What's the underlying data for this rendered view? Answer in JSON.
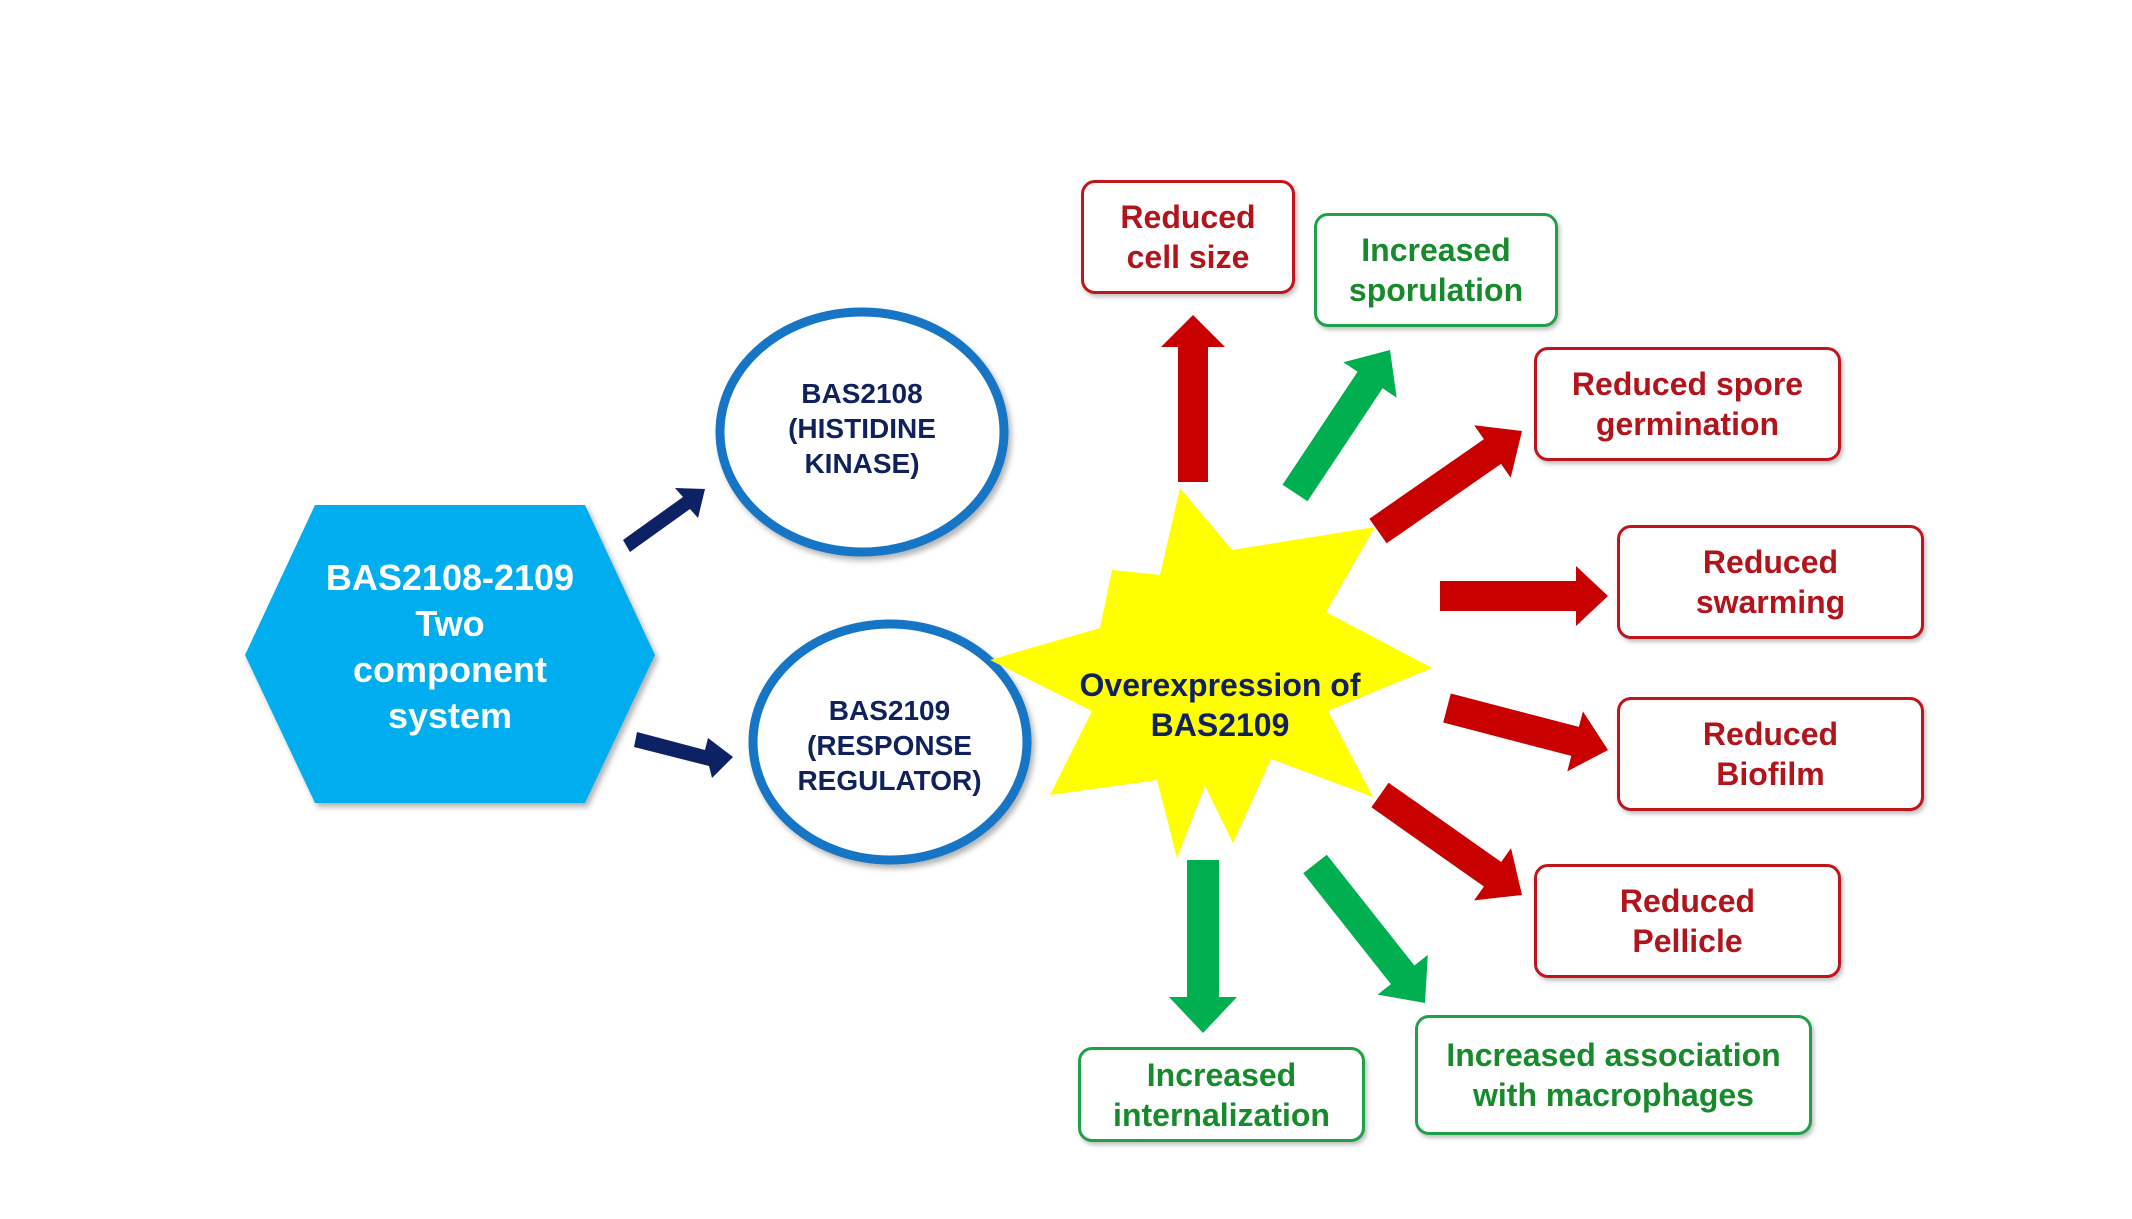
{
  "colors": {
    "hexagon_fill": "#00aeef",
    "circle_stroke": "#1874c4",
    "navy_arrow": "#0d2264",
    "star_fill": "#ffff00",
    "red_arrow": "#c80000",
    "green_arrow": "#00b050",
    "red_text": "#b2141c",
    "green_text": "#178a2c"
  },
  "system": {
    "lines": [
      "BAS2108-2109",
      "Two",
      "component",
      "system"
    ]
  },
  "kinase": {
    "lines": [
      "BAS2108",
      "(HISTIDINE",
      "KINASE)"
    ]
  },
  "regulator": {
    "lines": [
      "BAS2109",
      "(RESPONSE",
      "REGULATOR)"
    ]
  },
  "center": {
    "lines": [
      "Overexpression of",
      "BAS2109"
    ]
  },
  "effects": [
    {
      "id": "reduced-cell-size",
      "color": "red",
      "lines": [
        "Reduced",
        "cell size"
      ]
    },
    {
      "id": "increased-sporulation",
      "color": "green",
      "lines": [
        "Increased",
        "sporulation"
      ]
    },
    {
      "id": "reduced-spore-germination",
      "color": "red",
      "lines": [
        "Reduced spore",
        "germination"
      ]
    },
    {
      "id": "reduced-swarming",
      "color": "red",
      "lines": [
        "Reduced",
        "swarming"
      ]
    },
    {
      "id": "reduced-biofilm",
      "color": "red",
      "lines": [
        "Reduced",
        "Biofilm"
      ]
    },
    {
      "id": "reduced-pellicle",
      "color": "red",
      "lines": [
        "Reduced",
        "Pellicle"
      ]
    },
    {
      "id": "increased-association",
      "color": "green",
      "lines": [
        "Increased association",
        "with macrophages"
      ]
    },
    {
      "id": "increased-internalization",
      "color": "green",
      "lines": [
        "Increased",
        "internalization"
      ]
    }
  ]
}
